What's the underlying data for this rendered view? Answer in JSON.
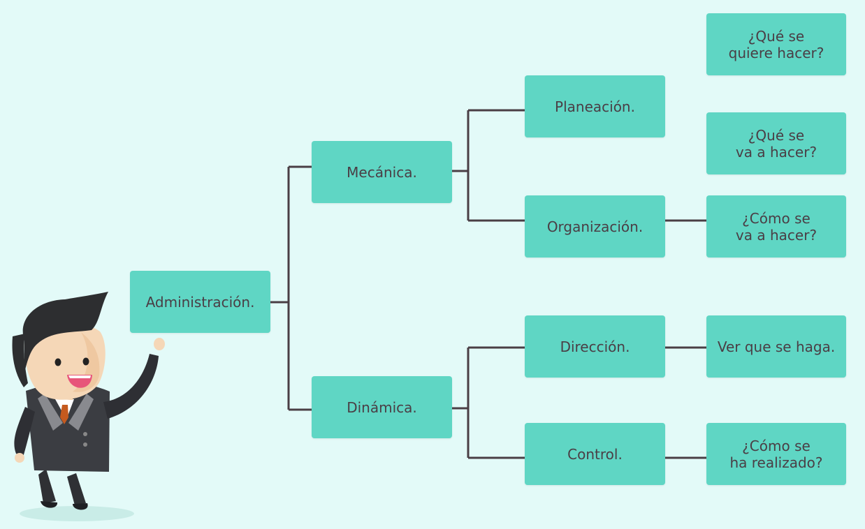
{
  "colors": {
    "background": "#e3faf8",
    "node_fill": "#5fd6c4",
    "connector": "#4a3e45",
    "text": "#4a3e45"
  },
  "nodes": {
    "root": "Administración.",
    "mecanica": "Mecánica.",
    "dinamica": "Dinámica.",
    "planeacion": "Planeación.",
    "organizacion": "Organización.",
    "direccion": "Dirección.",
    "control": "Control."
  },
  "questions": {
    "quiere": "¿Qué se\nquiere hacer?",
    "va": "¿Qué se\nva a hacer?",
    "como": "¿Cómo se\nva a hacer?",
    "ver": "Ver que se haga.",
    "realizado": "¿Cómo se\nha realizado?"
  },
  "illustration": {
    "icon": "businessman-icon"
  }
}
